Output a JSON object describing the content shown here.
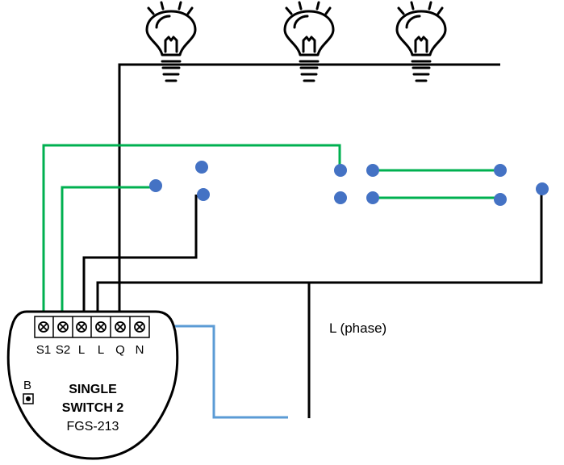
{
  "module": {
    "title_line1": "SINGLE",
    "title_line2": "SWITCH 2",
    "model": "FGS-213",
    "button_label": "B",
    "terminals": [
      "S1",
      "S2",
      "L",
      "L",
      "Q",
      "N"
    ]
  },
  "phase_label": "L (phase)",
  "bulbs": [
    "bulb-icon",
    "bulb-icon",
    "bulb-icon"
  ],
  "colors": {
    "wire_black": "#000000",
    "wire_green": "#00b050",
    "wire_blue": "#5b9bd5",
    "contact": "#4472c4"
  }
}
